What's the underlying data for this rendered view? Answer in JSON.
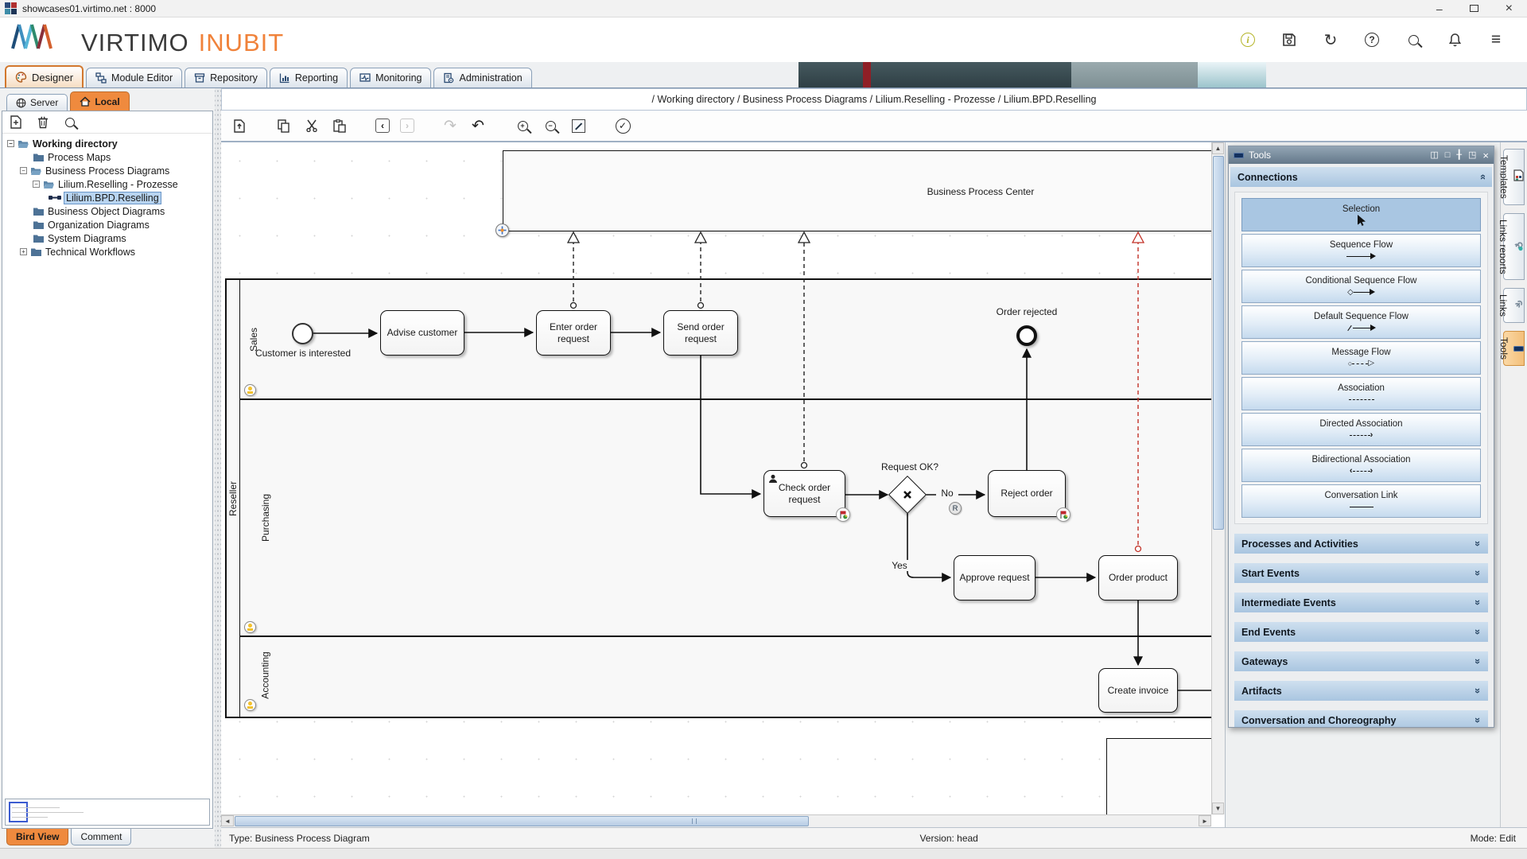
{
  "window": {
    "title": "showcases01.virtimo.net : 8000"
  },
  "brand": {
    "company": "VIRTIMO",
    "product": "INUBIT"
  },
  "header_icons": [
    "info-icon",
    "save-icon",
    "refresh-icon",
    "help-icon",
    "search-icon",
    "notifications-icon",
    "menu-icon"
  ],
  "main_tabs": [
    {
      "label": "Designer",
      "active": true
    },
    {
      "label": "Module Editor",
      "active": false
    },
    {
      "label": "Repository",
      "active": false
    },
    {
      "label": "Reporting",
      "active": false
    },
    {
      "label": "Monitoring",
      "active": false
    },
    {
      "label": "Administration",
      "active": false
    }
  ],
  "sidebar": {
    "tabs": [
      {
        "label": "Server"
      },
      {
        "label": "Local",
        "active": true
      }
    ],
    "toolbar_icons": [
      "new-document-icon",
      "delete-icon",
      "search-icon"
    ],
    "tree": [
      {
        "label": "Working directory"
      },
      {
        "label": "Process Maps"
      },
      {
        "label": "Business Process Diagrams"
      },
      {
        "label": "Lilium.Reselling - Prozesse"
      },
      {
        "label": "Lilium.BPD.Reselling"
      },
      {
        "label": "Business Object Diagrams"
      },
      {
        "label": "Organization Diagrams"
      },
      {
        "label": "System Diagrams"
      },
      {
        "label": "Technical Workflows"
      }
    ],
    "bottom_tabs": [
      {
        "label": "Bird View",
        "active": true
      },
      {
        "label": "Comment",
        "active": false
      }
    ]
  },
  "breadcrumb": "/ Working directory / Business Process Diagrams / Lilium.Reselling - Prozesse / Lilium.BPD.Reselling",
  "canvas_toolbar_icons": [
    "import-icon",
    "copy-icon",
    "cut-icon",
    "paste-icon",
    "back-icon",
    "forward-icon",
    "redo-icon",
    "undo-icon",
    "zoom-in-icon",
    "zoom-out-icon",
    "fit-view-icon",
    "validate-icon"
  ],
  "diagram": {
    "pool_top": {
      "label": "Business Process Center"
    },
    "pool": {
      "label": "Reseller",
      "lanes": [
        "Sales",
        "Purchasing",
        "Accounting"
      ]
    },
    "nodes": {
      "start_event": "Customer is interested",
      "advise": "Advise customer",
      "enter": "Enter order request",
      "send": "Send order request",
      "end_event": "Order rejected",
      "check": "Check order request",
      "reject": "Reject order",
      "approve": "Approve request",
      "order": "Order product",
      "invoice": "Create invoice"
    },
    "labels": {
      "gateway_question": "Request OK?",
      "no": "No",
      "yes": "Yes",
      "r_badge": "R"
    },
    "colors": {
      "flow": "#111111",
      "message_flow": "#222222",
      "message_flow_alert": "#c23127"
    }
  },
  "tools_panel": {
    "title": "Tools",
    "titlebar_icons": [
      "dock-columns-icon",
      "maximize-icon",
      "pin-icon",
      "float-icon",
      "close-icon"
    ],
    "sections": [
      {
        "label": "Connections",
        "expanded": true,
        "items": [
          {
            "label": "Selection",
            "symbol": "cursor",
            "selected": true
          },
          {
            "label": "Sequence Flow",
            "symbol": "solid-arrow"
          },
          {
            "label": "Conditional Sequence Flow",
            "symbol": "diamond-solid-arrow"
          },
          {
            "label": "Default Sequence Flow",
            "symbol": "slash-solid-arrow"
          },
          {
            "label": "Message Flow",
            "symbol": "circle-dashed-open-arrow"
          },
          {
            "label": "Association",
            "symbol": "dashed-line"
          },
          {
            "label": "Directed Association",
            "symbol": "dashed-open-arrow"
          },
          {
            "label": "Bidirectional Association",
            "symbol": "dashed-double-open-arrow"
          },
          {
            "label": "Conversation Link",
            "symbol": "solid-line"
          }
        ]
      },
      {
        "label": "Processes and Activities",
        "expanded": false
      },
      {
        "label": "Start Events",
        "expanded": false
      },
      {
        "label": "Intermediate Events",
        "expanded": false
      },
      {
        "label": "End Events",
        "expanded": false
      },
      {
        "label": "Gateways",
        "expanded": false
      },
      {
        "label": "Artifacts",
        "expanded": false
      },
      {
        "label": "Conversation and Choreography",
        "expanded": false
      }
    ]
  },
  "right_tabs": [
    {
      "label": "Templates",
      "active": false
    },
    {
      "label": "Links reports",
      "active": false
    },
    {
      "label": "Links",
      "active": false
    },
    {
      "label": "Tools",
      "active": true
    }
  ],
  "status": {
    "type": "Type: Business Process Diagram",
    "version": "Version: head",
    "mode": "Mode: Edit"
  }
}
